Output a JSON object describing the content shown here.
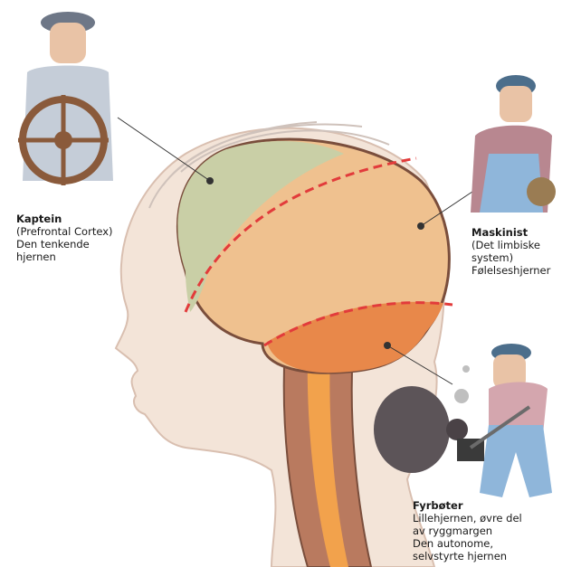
{
  "labels": {
    "kaptein": {
      "title": "Kaptein",
      "lines": [
        "(Prefrontal Cortex)",
        "Den tenkende",
        "hjernen"
      ]
    },
    "maskinist": {
      "title": "Maskinist",
      "lines": [
        "(Det limbiske",
        "system)",
        "Følelseshjerner"
      ]
    },
    "fyrboter": {
      "title": "Fyrbøter",
      "lines": [
        "Lillehjernen, øvre del",
        "av ryggmargen",
        "Den autonome,",
        "selvstyrte hjernen"
      ]
    }
  },
  "colors": {
    "cortex": "#c9cfa6",
    "limbic": "#efc18f",
    "brainstem": "#e8884a",
    "spine_outer": "#b97a5f",
    "spine_mid": "#f2a24c",
    "divider": "#e23b3b",
    "skin": "#f3e4d8"
  }
}
